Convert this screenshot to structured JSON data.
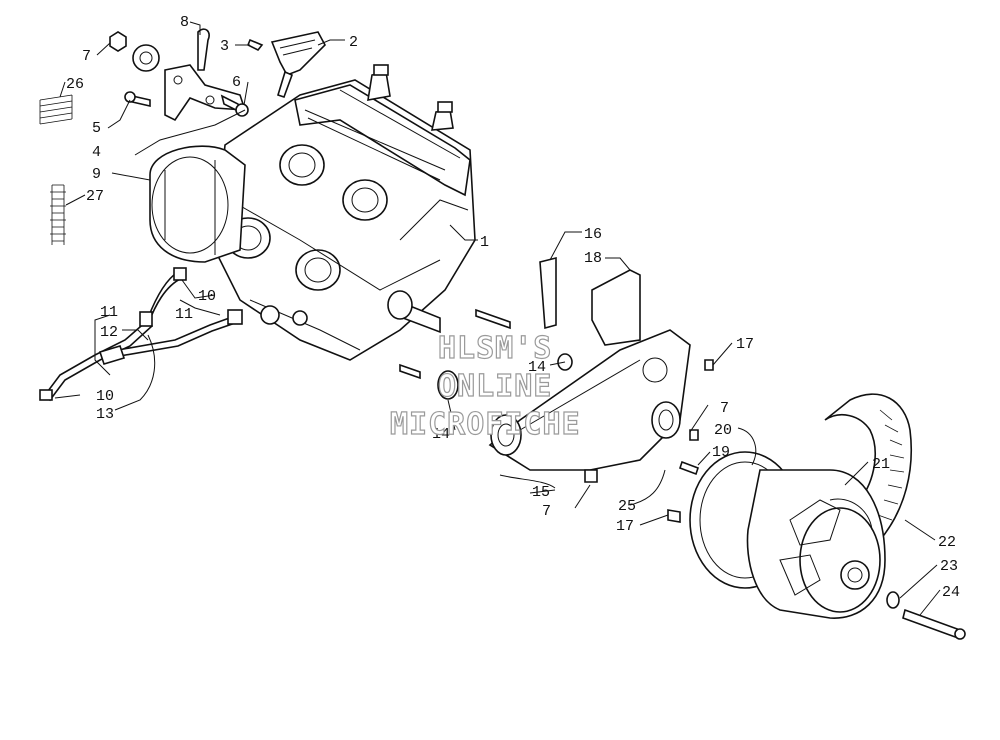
{
  "watermark": {
    "line1": "HLSM'S",
    "line2": "ONLINE",
    "line3": "MICROFICHE"
  },
  "callouts": {
    "c1": "1",
    "c2": "2",
    "c3": "3",
    "c4": "4",
    "c5": "5",
    "c6": "6",
    "c7a": "7",
    "c7b": "7",
    "c7c": "7",
    "c8": "8",
    "c9": "9",
    "c10a": "10",
    "c10b": "10",
    "c11a": "11",
    "c11b": "11",
    "c12": "12",
    "c13": "13",
    "c14a": "14",
    "c14b": "14",
    "c15": "15",
    "c16": "16",
    "c17a": "17",
    "c17b": "17",
    "c18": "18",
    "c19": "19",
    "c20": "20",
    "c21": "21",
    "c22": "22",
    "c23": "23",
    "c24": "24",
    "c25": "25",
    "c26": "26",
    "c27": "27"
  }
}
